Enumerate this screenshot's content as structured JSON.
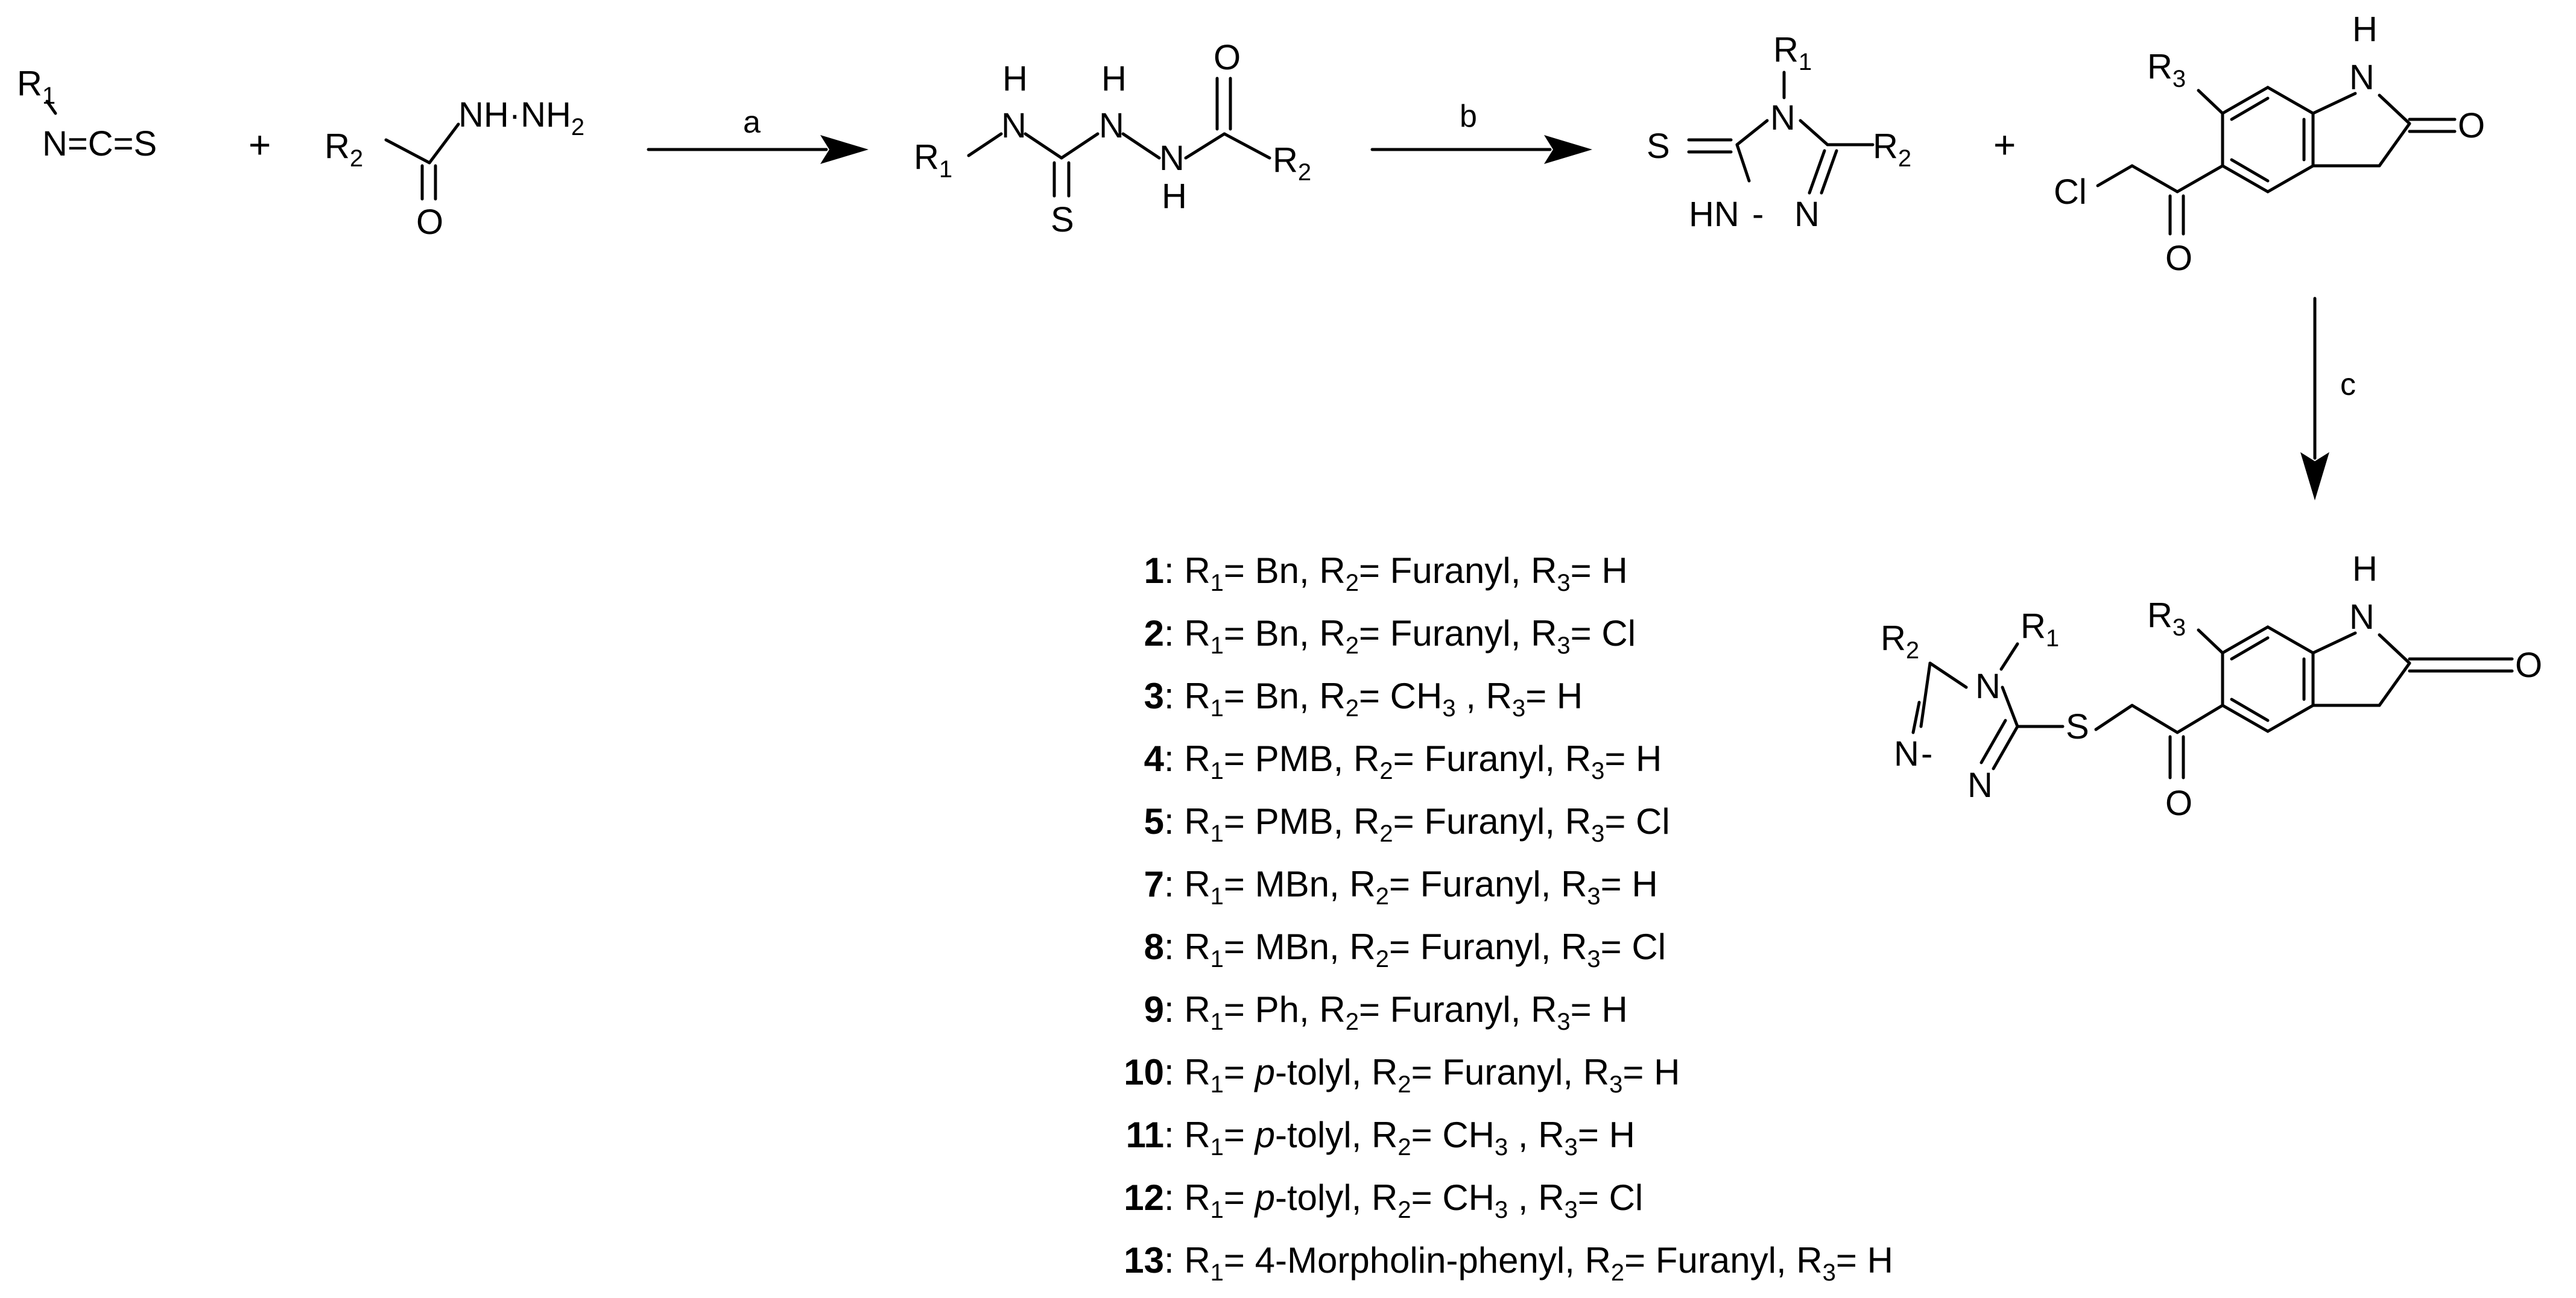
{
  "scheme": {
    "labels": {
      "R": "R",
      "one": "1",
      "two": "2",
      "three": "3",
      "N": "N",
      "C": "C",
      "S": "S",
      "H": "H",
      "O": "O",
      "Cl": "Cl",
      "NH": "NH",
      "HN": "HN",
      "dot": "·",
      "eq": "=",
      "plus": "+",
      "minus": "-"
    },
    "conditions": {
      "a": "a",
      "b": "b",
      "c": "c"
    }
  },
  "compounds": [
    {
      "id": "1",
      "r1": "Bn",
      "r2": "Furanyl",
      "r3": "H"
    },
    {
      "id": "2",
      "r1": "Bn",
      "r2": "Furanyl",
      "r3": "Cl"
    },
    {
      "id": "3",
      "r1": "Bn",
      "r2": "CH",
      "r2sub": "3",
      "r3": "H"
    },
    {
      "id": "4",
      "r1": "PMB",
      "r2": "Furanyl",
      "r3": "H"
    },
    {
      "id": "5",
      "r1": "PMB",
      "r2": "Furanyl",
      "r3": "Cl"
    },
    {
      "id": "7",
      "r1": "MBn",
      "r2": "Furanyl",
      "r3": "H"
    },
    {
      "id": "8",
      "r1": "MBn",
      "r2": "Furanyl",
      "r3": "Cl"
    },
    {
      "id": "9",
      "r1": "Ph",
      "r2": "Furanyl",
      "r3": "H"
    },
    {
      "id": "10",
      "r1": "tolyl",
      "r1prefix": "p",
      "r2": "Furanyl",
      "r3": "H"
    },
    {
      "id": "11",
      "r1": "tolyl",
      "r1prefix": "p",
      "r2": "CH",
      "r2sub": "3",
      "r3": "H"
    },
    {
      "id": "12",
      "r1": "tolyl",
      "r1prefix": "p",
      "r2": "CH",
      "r2sub": "3",
      "r3": "Cl"
    },
    {
      "id": "13",
      "r1": "4-Morpholin-phenyl",
      "r2": "Furanyl",
      "r3": "H"
    }
  ]
}
